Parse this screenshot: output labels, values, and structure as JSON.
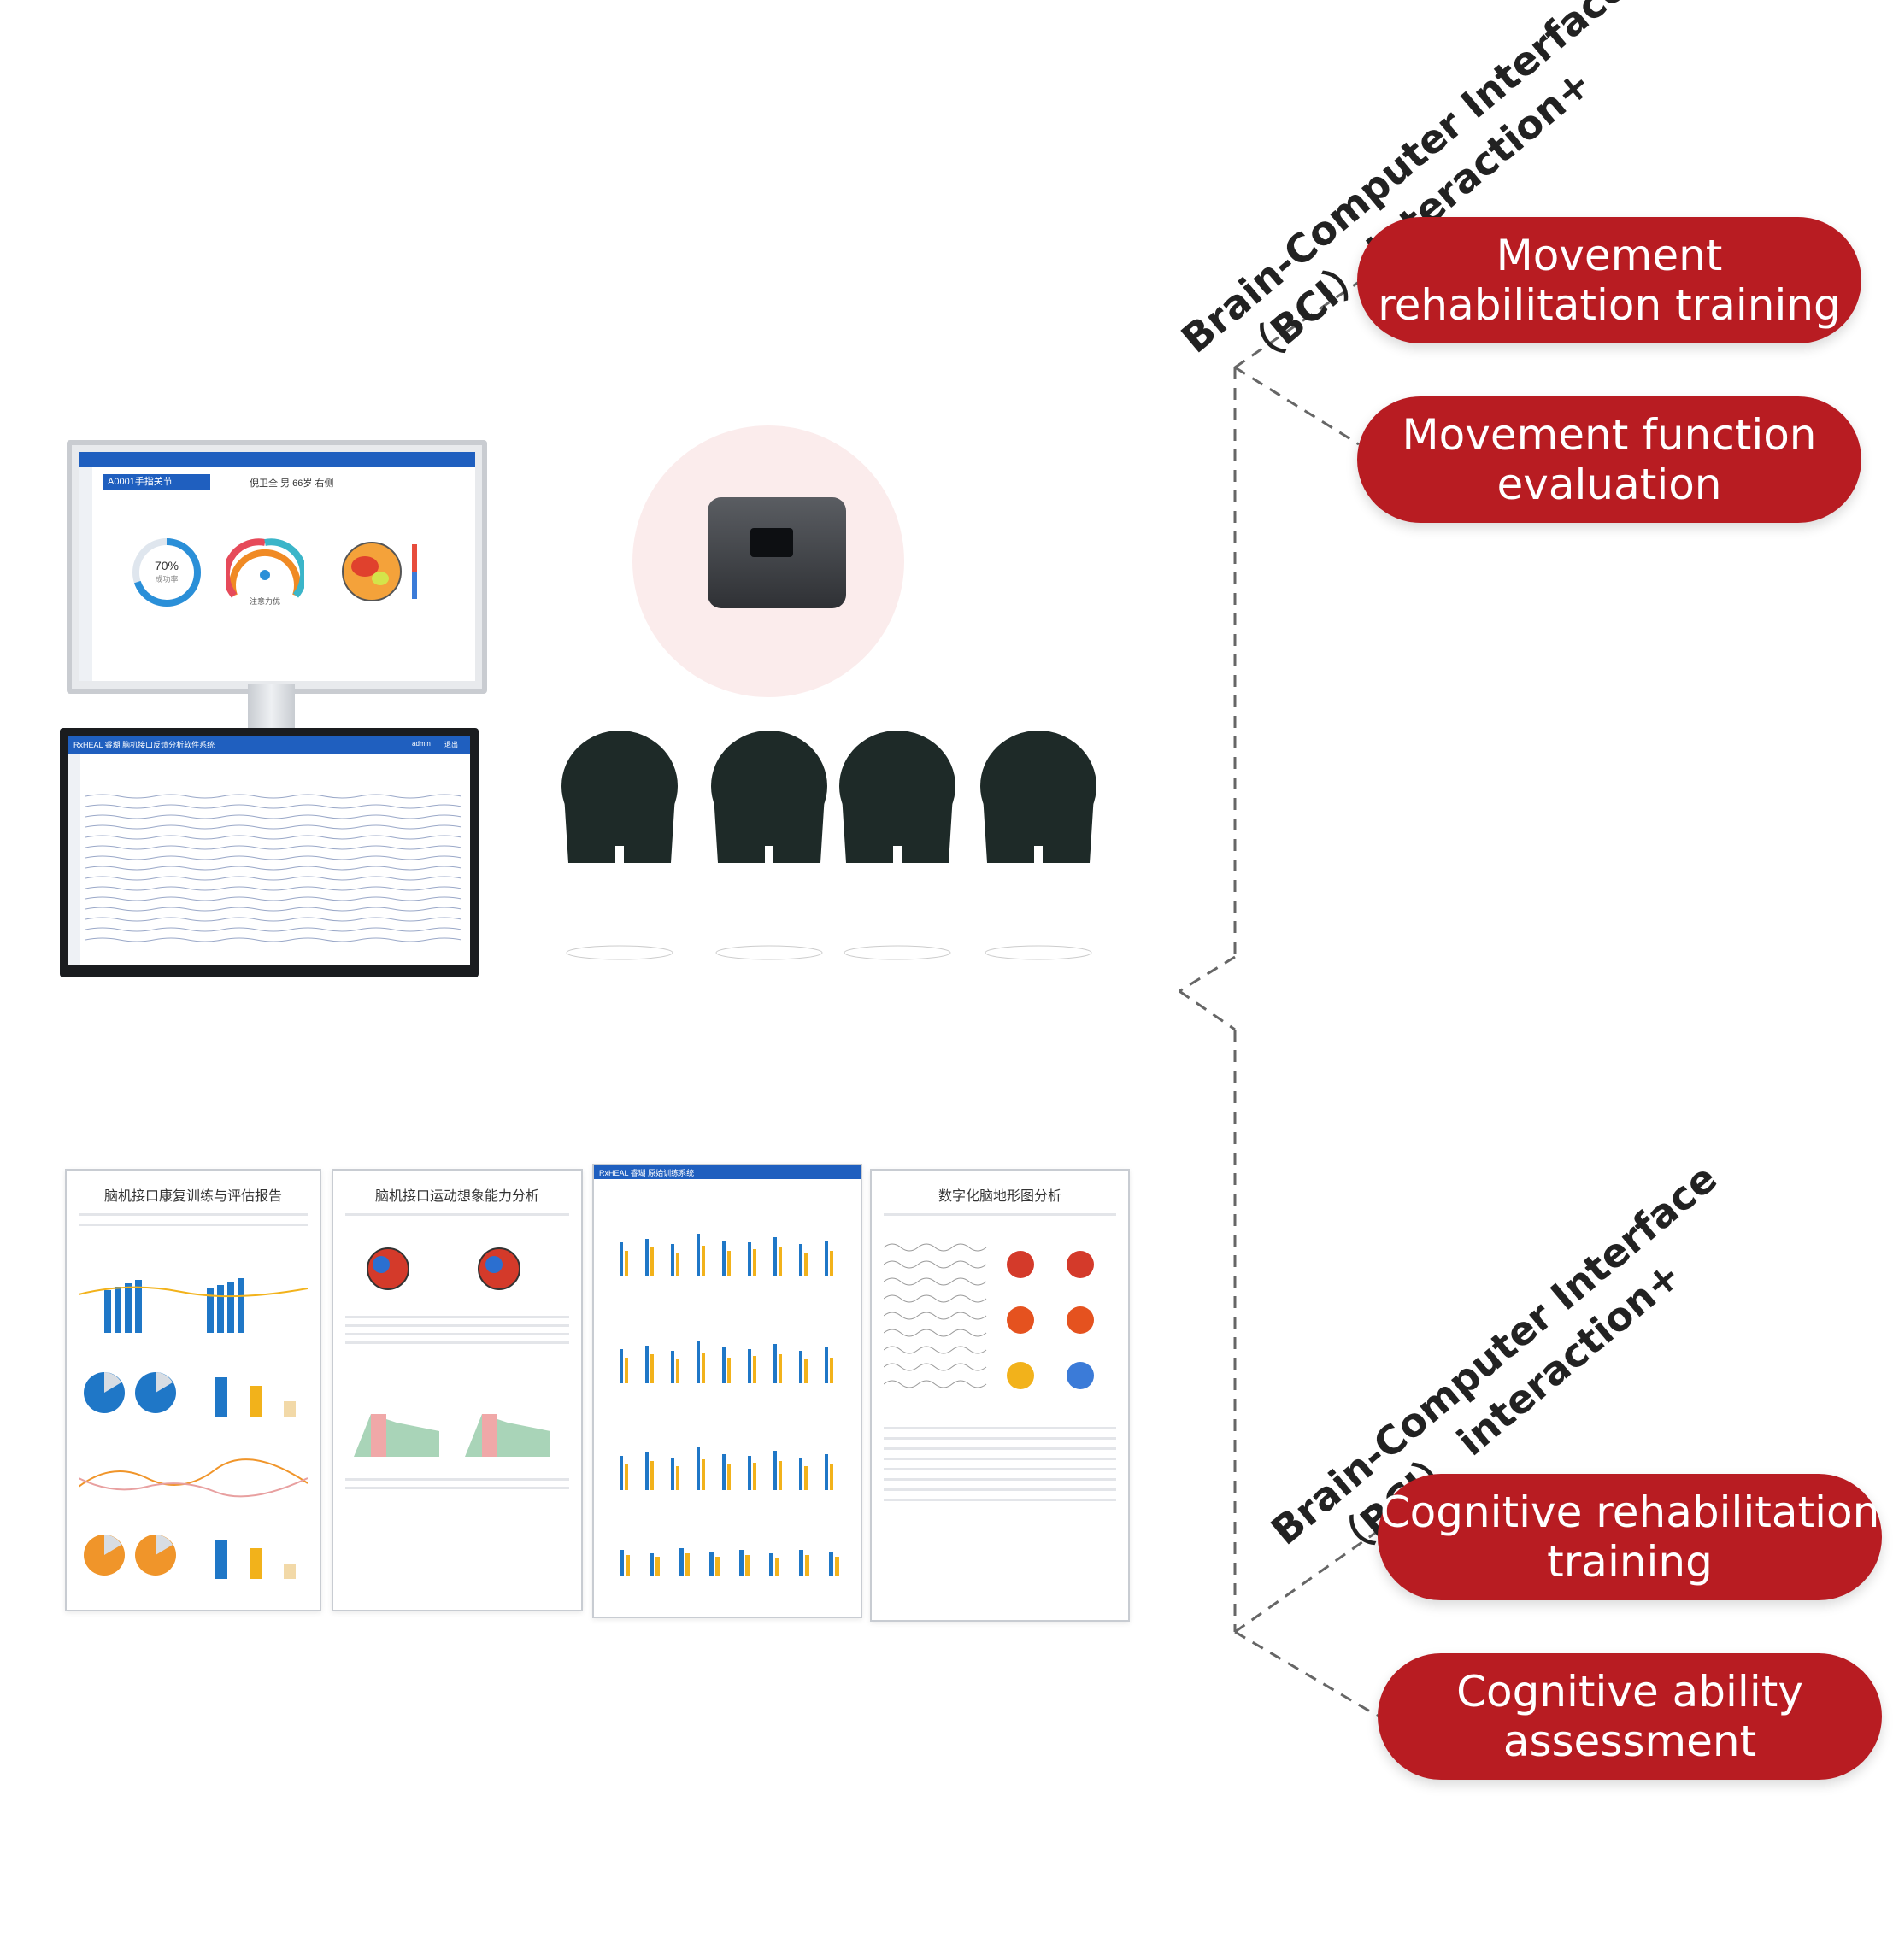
{
  "branches": [
    {
      "title_line1": "Brain-Computer Interface",
      "title_line2": "（BCI） interaction+",
      "items": [
        {
          "label_line1": "Movement",
          "label_line2": "rehabilitation training"
        },
        {
          "label_line1": "Movement function",
          "label_line2": "evaluation"
        }
      ]
    },
    {
      "title_line1": "Brain-Computer Interface",
      "title_line2": "（BCI） interaction+",
      "items": [
        {
          "label_line1": "Cognitive rehabilitation",
          "label_line2": "training"
        },
        {
          "label_line1": "Cognitive ability",
          "label_line2": "assessment"
        }
      ]
    }
  ],
  "monitor_top": {
    "card_label": "A0001手指关节",
    "patient_info": "倪卫全   男   66岁   右侧",
    "gauge1_value": "70%",
    "gauge1_caption": "成功率",
    "gauge2_caption": "注意力优"
  },
  "monitor_bottom": {
    "brand": "RxHEAL 睿瑚  脑机接口反馈分析软件系统",
    "user": "admin",
    "exit": "退出"
  },
  "reports": [
    {
      "title": "脑机接口康复训练与评估报告"
    },
    {
      "title": "脑机接口运动想象能力分析"
    },
    {
      "title": "RxHEAL 睿瑚  原始训练系统"
    },
    {
      "title": "数字化脑地形图分析"
    }
  ],
  "colors": {
    "accent_red": "#b81c22",
    "app_blue": "#1f5fbf",
    "chart_blue": "#1f77c7",
    "chart_yellow": "#f2b21b",
    "chart_orange": "#f0952a"
  }
}
